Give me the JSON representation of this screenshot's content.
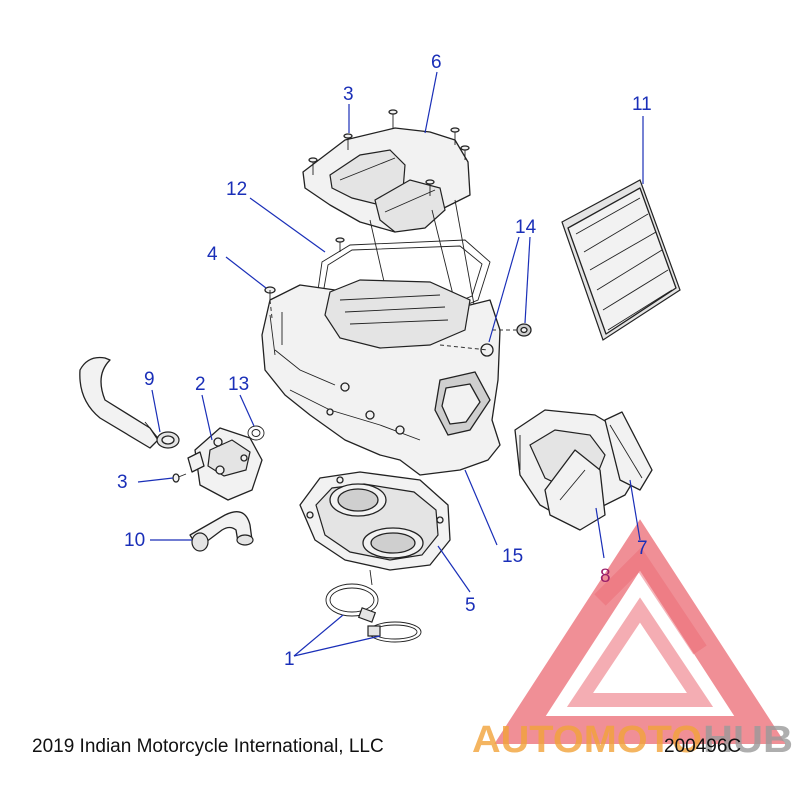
{
  "callouts": {
    "c1": "1",
    "c2": "2",
    "c3a": "3",
    "c3b": "3",
    "c4": "4",
    "c5": "5",
    "c6": "6",
    "c7": "7",
    "c8": "8",
    "c9": "9",
    "c10": "10",
    "c11": "11",
    "c12": "12",
    "c13": "13",
    "c14": "14",
    "c15": "15"
  },
  "footer": {
    "copyright": "2019 Indian Motorcycle International, LLC",
    "diagram_id": "200496C"
  },
  "watermark": {
    "brand_part1": "AUTOMOTO",
    "brand_part2": "HUB"
  },
  "colors": {
    "callout": "#1a2fb8",
    "callout_8": "#9a1f6a",
    "watermark_red": "#e8505b",
    "watermark_orange": "#f2a33a",
    "watermark_gray": "#9a9a9a"
  }
}
